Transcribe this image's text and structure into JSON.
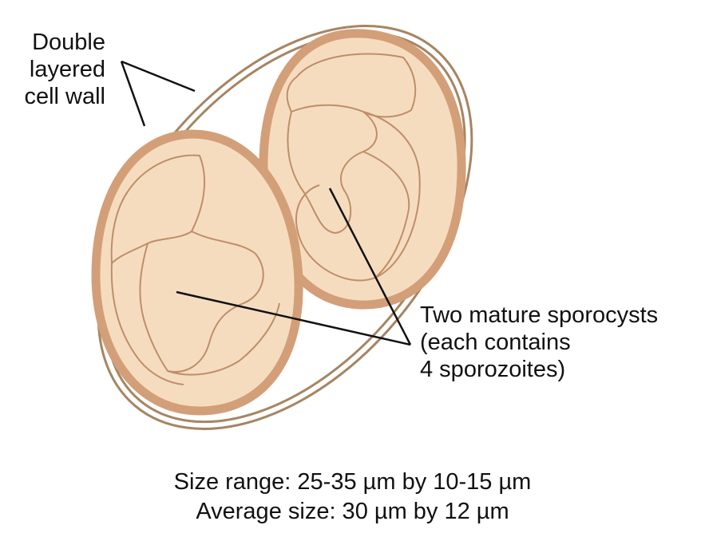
{
  "labels": {
    "cell_wall": [
      "Double",
      "layered",
      "cell wall"
    ],
    "sporocysts": [
      "Two mature sporocysts",
      "(each contains",
      "4 sporozoites)"
    ]
  },
  "caption": {
    "size_range": "Size range: 25-35 µm by 10-15 µm",
    "average_size": "Average size: 30 µm by 12 µm"
  },
  "colors": {
    "oocyst_wall": "#a68563",
    "sporocyst_fill": "#f6dcbf",
    "sporocyst_wall": "#d39f78",
    "sporozoite_outline": "#be8e69",
    "leader_line": "#111111"
  }
}
